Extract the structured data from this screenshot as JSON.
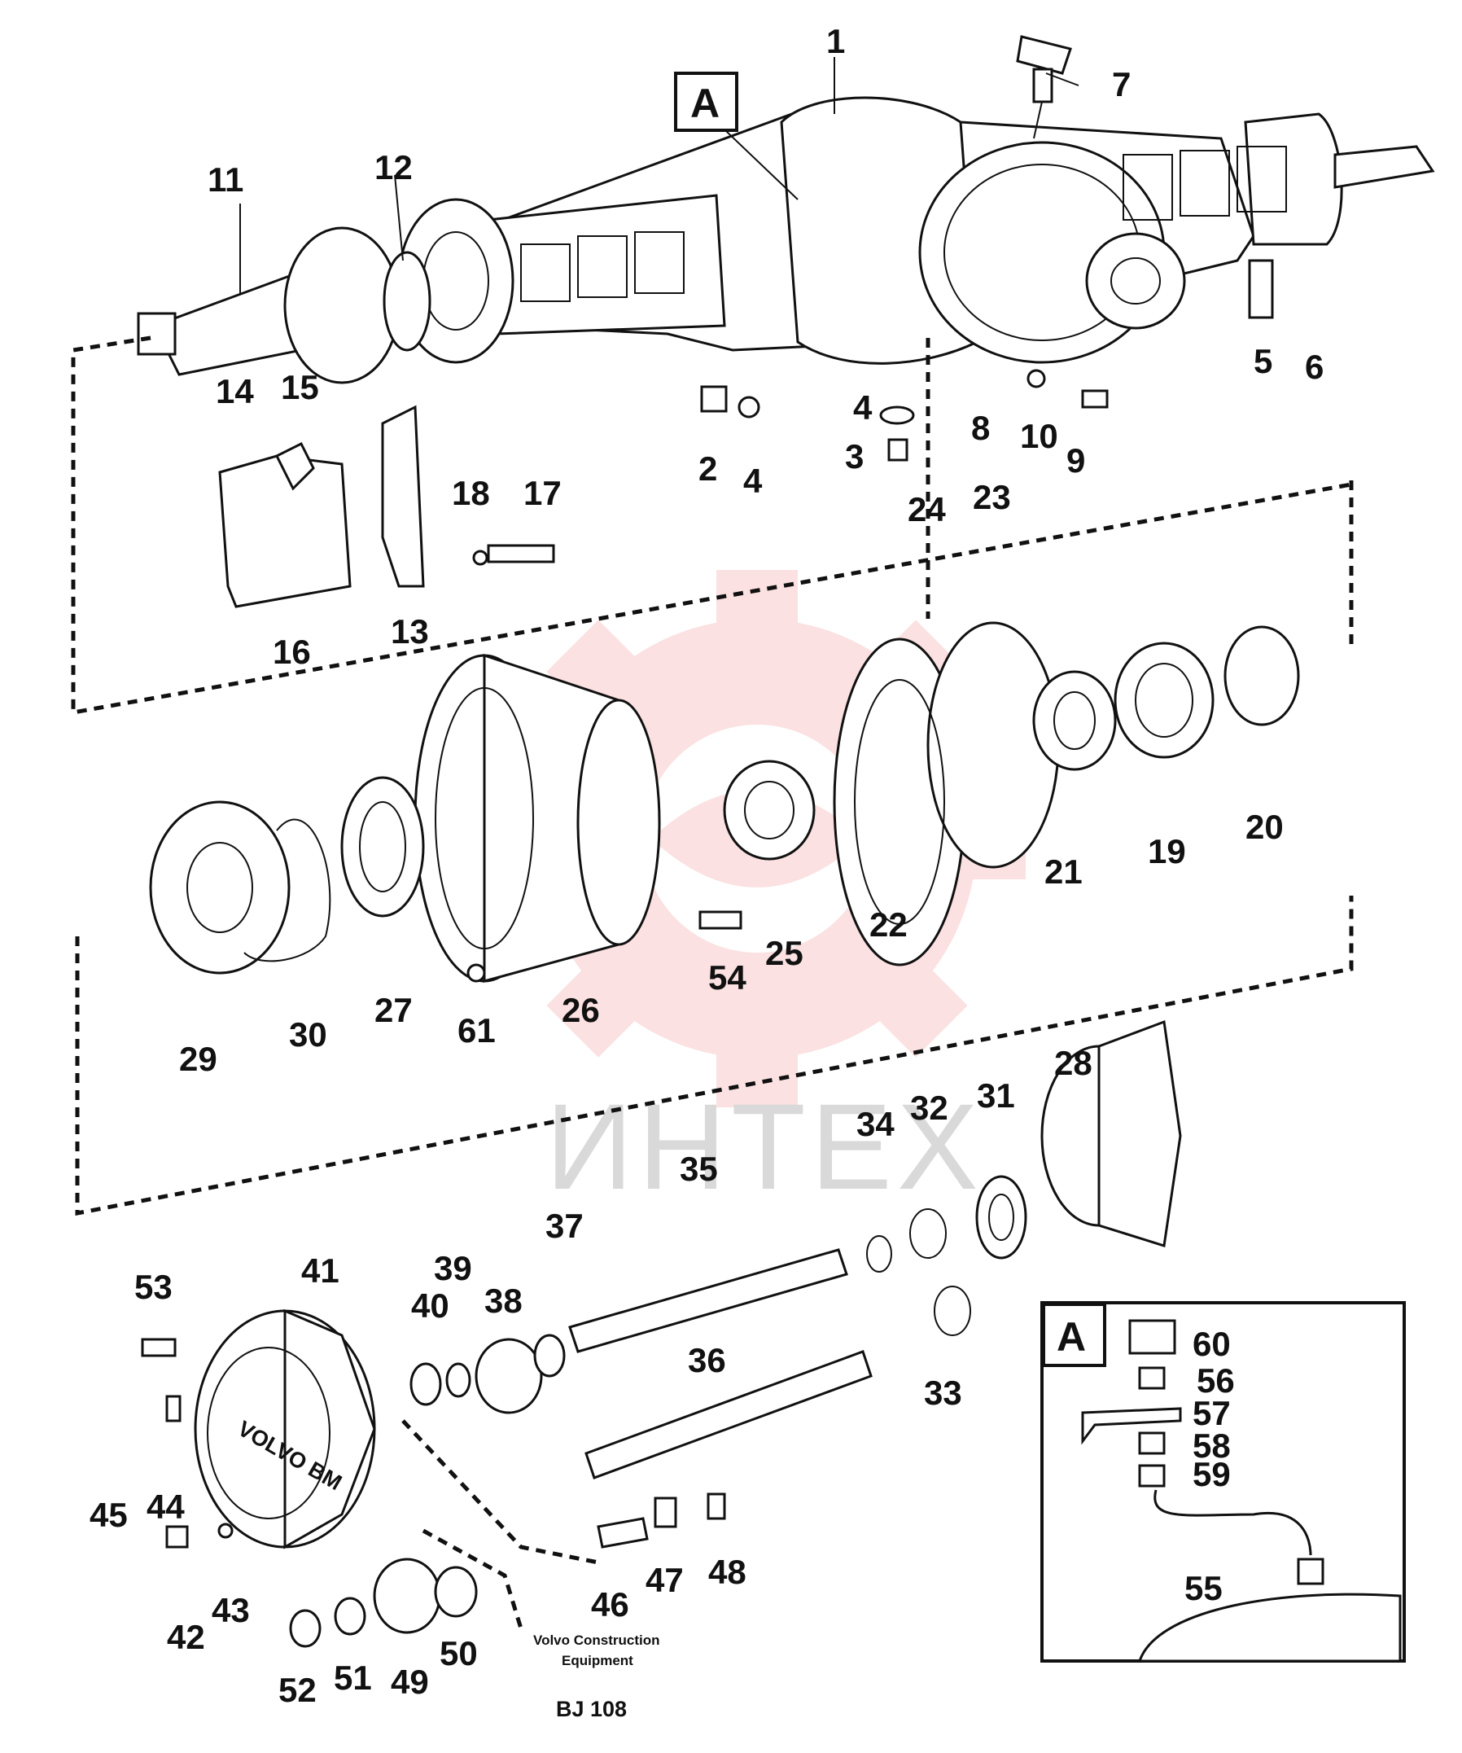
{
  "watermark": {
    "text": "ИНТЕХ",
    "gear_color": "#e84a4a"
  },
  "callout_tag": "A",
  "detail_tag": "A",
  "caption": {
    "line1": "Volvo Construction",
    "line2": "Equipment",
    "code": "BJ 108"
  },
  "part_labels": [
    "1",
    "2",
    "3",
    "4",
    "4",
    "5",
    "6",
    "7",
    "8",
    "9",
    "10",
    "11",
    "12",
    "13",
    "14",
    "15",
    "16",
    "17",
    "18",
    "19",
    "20",
    "21",
    "22",
    "23",
    "24",
    "25",
    "26",
    "27",
    "28",
    "29",
    "30",
    "31",
    "32",
    "33",
    "34",
    "35",
    "36",
    "37",
    "38",
    "39",
    "40",
    "41",
    "42",
    "43",
    "44",
    "45",
    "46",
    "47",
    "48",
    "49",
    "50",
    "51",
    "52",
    "53",
    "54",
    "55",
    "56",
    "57",
    "58",
    "59",
    "60",
    "61"
  ]
}
